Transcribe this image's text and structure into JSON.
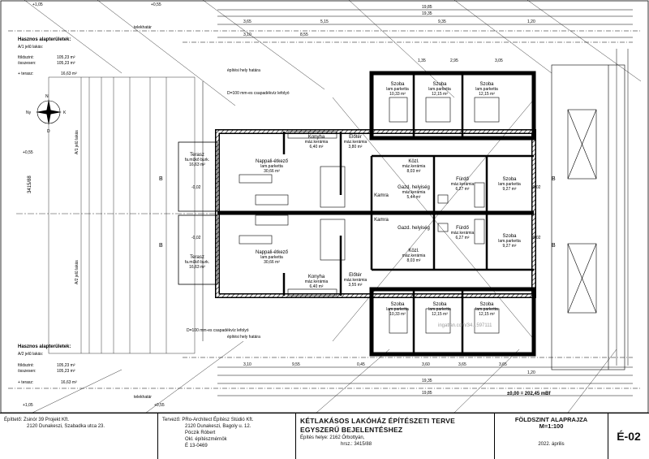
{
  "sheet_title": "KÉTLAKÁSOS LAKÓHÁZ ÉPÍTÉSZETI TERVE EGYSZERŰ BEJELENTÉSHEZ",
  "plan_title": "FÖLDSZINT ALAPRAJZA",
  "scale": "M=1:100",
  "sheet_number": "É-02",
  "date": "2022. április",
  "site": "Építés helye: 2162 Őrbottyán,",
  "lot": "hrsz.: 3415/88",
  "builder": {
    "label": "Építtető:",
    "name": "Zsinór 39 Projekt Kft.",
    "address": "2120 Dunakeszi, Szabadka utca 23."
  },
  "designer": {
    "label": "Tervező:",
    "firm": "PRo-Architect Építész Stúdió Kft.",
    "address": "2120 Dunakeszi, Bagoly u. 12.",
    "person": "Póczik Róbert",
    "title": "Okl. építészmérnök",
    "license": "É 13-0469"
  },
  "area_blocks": [
    {
      "heading": "Hasznos alapterületek:",
      "unit": "A/1 jelű lakás:",
      "rows": [
        {
          "label": "földszint:",
          "value": "105,23 m²"
        },
        {
          "label": "összesen:",
          "value": "105,23 m²"
        },
        {
          "label": "+ terasz:",
          "value": "16,63 m²"
        }
      ]
    },
    {
      "heading": "Hasznos alapterületek:",
      "unit": "A/2 jelű lakás:",
      "rows": [
        {
          "label": "földszint:",
          "value": "105,23 m²"
        },
        {
          "label": "összesen:",
          "value": "105,23 m²"
        },
        {
          "label": "+ terasz:",
          "value": "16,63 m²"
        }
      ]
    }
  ],
  "level_note": "±0,00 = 202,45 mBf",
  "boundary_label": "telekhatár",
  "building_line_label": "építési hely határa",
  "lot_number_vertical": "3415/88",
  "units_vertical": [
    "A/1 jelű lakás",
    "A/2 jelű lakás"
  ],
  "top_dims": [
    "19,85",
    "19,35",
    "3,65",
    "5,15",
    "9,35",
    "1,20",
    "3,10",
    "8,55",
    "1,35",
    "2,95",
    "3,05"
  ],
  "bottom_dims": [
    "3,10",
    "9,55",
    "3,60",
    "3,65",
    "3,65",
    "19,35",
    "19,85",
    "0,45",
    "1,20"
  ],
  "left_spots": [
    "+0,55",
    "3415/88",
    "+1,05",
    "+0,55",
    "+0,55",
    "+1,05"
  ],
  "rooms_top": [
    {
      "name": "Szoba",
      "floor": "lam.parketta",
      "area": "10,33 m²"
    },
    {
      "name": "Szoba",
      "floor": "lam.parketta",
      "area": "12,15 m²"
    },
    {
      "name": "Szoba",
      "floor": "lam.parketta",
      "area": "12,15 m²"
    },
    {
      "name": "Konyha",
      "floor": "máz.kerámia",
      "area": "6,40 m²"
    },
    {
      "name": "Előtér",
      "floor": "máz.kerámia",
      "area": "3,80 m²"
    },
    {
      "name": "Nappali-étkező",
      "floor": "lam.parketta",
      "area": "30,66 m²"
    },
    {
      "name": "Terasz",
      "floor": "fa.műkő burk.",
      "area": "16,63 m²"
    },
    {
      "name": "Közl.",
      "floor": "máz.kerámia",
      "area": "8,03 m²"
    },
    {
      "name": "Fürdő",
      "floor": "máz.kerámia",
      "area": "6,27 m²"
    },
    {
      "name": "Szoba",
      "floor": "lam.parketta",
      "area": "9,27 m²"
    },
    {
      "name": "Kamra",
      "floor": "",
      "area": ""
    },
    {
      "name": "Gazd. helyiség",
      "floor": "máz.kerámia",
      "area": "5,44 m²"
    }
  ],
  "rooms_bottom": [
    {
      "name": "Szoba",
      "floor": "lam.parketta",
      "area": "9,27 m²"
    },
    {
      "name": "Fürdő",
      "floor": "máz.kerámia",
      "area": "6,27 m²"
    },
    {
      "name": "Kamra",
      "floor": "",
      "area": ""
    },
    {
      "name": "Gazd. helyiség",
      "floor": "",
      "area": ""
    },
    {
      "name": "Közl.",
      "floor": "máz.kerámia",
      "area": "8,03 m²"
    },
    {
      "name": "Nappali-étkező",
      "floor": "lam.parketta",
      "area": "30,66 m²"
    },
    {
      "name": "Terasz",
      "floor": "fa.műkő burk.",
      "area": "16,63 m²"
    },
    {
      "name": "Konyha",
      "floor": "máz.kerámia",
      "area": "6,40 m²"
    },
    {
      "name": "Előtér",
      "floor": "máz.kerámia",
      "area": "3,55 m²"
    },
    {
      "name": "Szoba",
      "floor": "lam.parketta",
      "area": "10,33 m²"
    },
    {
      "name": "Szoba",
      "floor": "lam.parketta",
      "area": "12,15 m²"
    },
    {
      "name": "Szoba",
      "floor": "lam.parketta",
      "area": "12,15 m²"
    }
  ],
  "section_marks": [
    "B",
    "B",
    "B",
    "B"
  ],
  "level_marks": [
    "-0,02",
    "-0,02",
    "-0,02",
    "-0,02"
  ],
  "watermark": "ingatlan.com/34...597111",
  "compass": {
    "n": "N",
    "e": "K",
    "s": "D",
    "w": "Ny"
  },
  "pipe_note": "D=100 mm-es csapadékvíz lefolyó"
}
